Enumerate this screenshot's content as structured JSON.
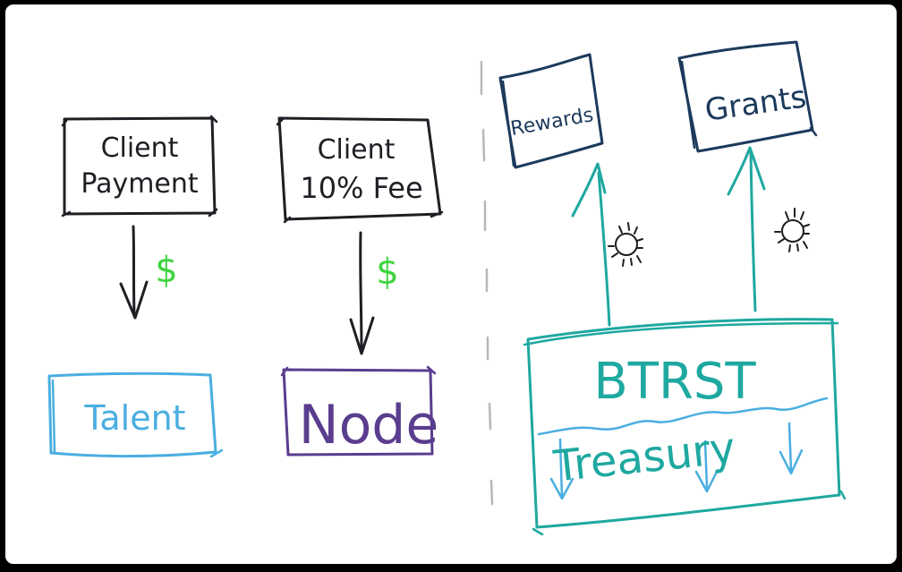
{
  "colors": {
    "background": "#ffffff",
    "frame": "#000000",
    "ink_black": "#1e1e24",
    "ink_navy": "#1c3a5c",
    "ink_sky": "#4aaee0",
    "ink_purple": "#5a3d8e",
    "ink_green": "#3fd43f",
    "ink_teal": "#1ea8a0",
    "divider": "#b8b8b8"
  },
  "nodes": {
    "client_payment": {
      "line1": "Client",
      "line2": "Payment"
    },
    "client_fee": {
      "line1": "Client",
      "line2": "10% Fee"
    },
    "talent": {
      "label": "Talent"
    },
    "node": {
      "label": "Node"
    },
    "rewards": {
      "label": "Rewards"
    },
    "grants": {
      "label": "Grants"
    },
    "treasury": {
      "line1": "BTRST",
      "line2": "Treasury"
    }
  },
  "edges": {
    "payment_to_talent": {
      "label": "$"
    },
    "fee_to_node": {
      "label": "$"
    },
    "treasury_to_rewards": {
      "icon": "sun-icon"
    },
    "treasury_to_grants": {
      "icon": "sun-icon"
    }
  }
}
